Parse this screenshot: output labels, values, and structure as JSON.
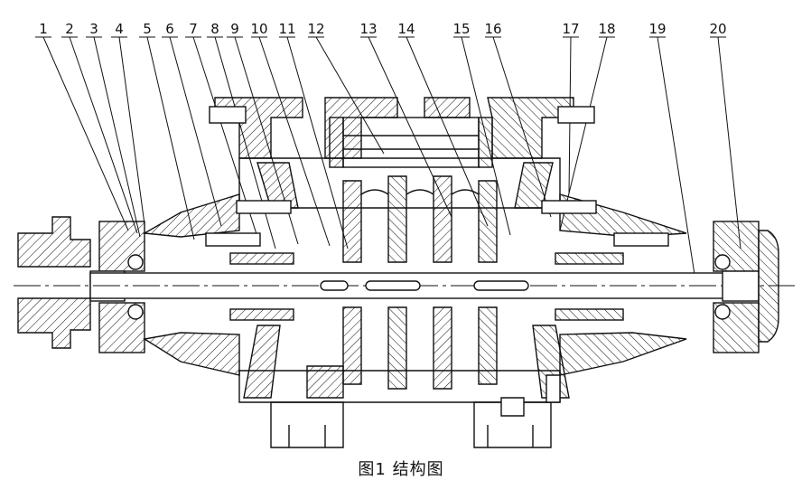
{
  "labels": [
    "1",
    "2",
    "3",
    "4",
    "5",
    "6",
    "7",
    "8",
    "9",
    "10",
    "11",
    "12",
    "13",
    "14",
    "15",
    "16",
    "17",
    "18",
    "19",
    "20"
  ],
  "caption": "图1 结构图",
  "colors": {
    "line": "#111111",
    "background": "#ffffff"
  }
}
